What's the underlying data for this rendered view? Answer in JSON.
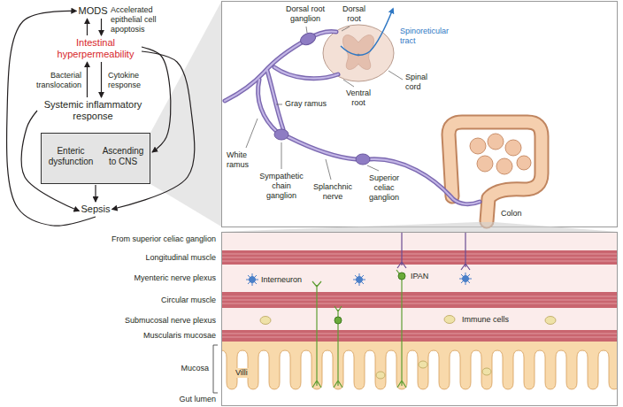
{
  "diagram": {
    "nodes": [
      {
        "text": [
          "MODS"
        ]
      },
      {
        "text": [
          "Intestinal hyperpermeability"
        ]
      },
      {
        "text": [
          "Systemic inflammatory response"
        ]
      },
      {
        "text": []
      },
      {
        "text": [
          "Enteric dysfunction"
        ],
        "in": 3
      },
      {
        "text": [
          "Ascending to CNS"
        ],
        "in": 3
      },
      {
        "text": [
          "Sepsis"
        ]
      }
    ],
    "edges": [
      {
        "from": 0,
        "to": 1,
        "arrow": "to",
        "label": "Accelerated epithelial cell apoptosis"
      },
      {
        "from": 1,
        "to": 0,
        "arrow": "to"
      },
      {
        "from": 2,
        "to": 1,
        "arrow": "to",
        "label": "Bacterial translocation"
      },
      {
        "from": 1,
        "to": 2,
        "arrow": "to",
        "label": "Cytokine response"
      },
      {
        "from": 4,
        "to": 5,
        "arrow": "to"
      },
      {
        "from": 5,
        "to": 4,
        "arrow": "to"
      },
      {
        "from": 3,
        "to": 6,
        "arrow": "to"
      },
      {
        "from": 1,
        "to": 3,
        "arrow": "to"
      },
      {
        "from": 1,
        "to": 6,
        "arrow": "to"
      },
      {
        "from": 6,
        "to": 0,
        "arrow": "to"
      },
      {
        "from": 2,
        "to": 6,
        "arrow": "to"
      }
    ],
    "labels": [
      "Dorsal root ganglion",
      "Dorsal root",
      "Spinoreticular tract",
      "Spinal cord",
      "Ventral root",
      "Gray ramus",
      "White ramus",
      "Sympathetic chain ganglion",
      "Splanchnic nerve",
      "Superior celiac ganglion",
      "Colon",
      "From superior celiac ganglion",
      "Longitudinal muscle",
      "Myenteric nerve plexus",
      "Circular muscle",
      "Submucosal nerve plexus",
      "Muscularis mucosae",
      "Mucosa",
      "Gut lumen",
      "Interneuron",
      "IPAN",
      "Immune cells",
      "Villi"
    ]
  }
}
